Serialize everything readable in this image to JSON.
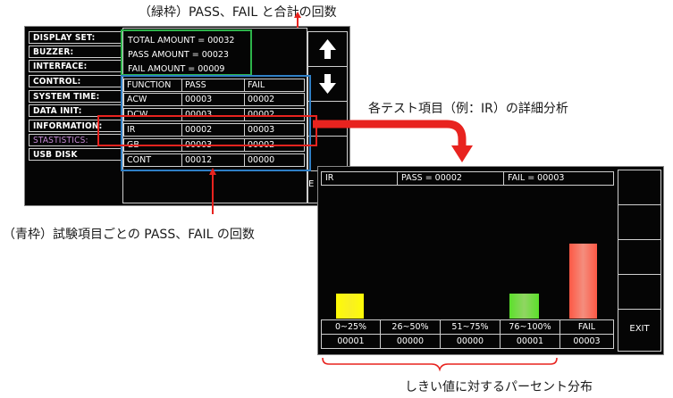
{
  "annotations": {
    "green": "（緑枠）PASS、FAIL と合計の回数",
    "detail": "各テスト項目（例：IR）の詳細分析",
    "blue": "（青枠）試験項目ごとの PASS、FAIL の回数",
    "dist": "しきい値に対するパーセント分布"
  },
  "menu": [
    "DISPLAY SET:",
    "BUZZER:",
    "INTERFACE:",
    "CONTROL:",
    "SYSTEM TIME:",
    "DATA INIT:",
    "INFORMATION:",
    "STASTISTICS:",
    "USB DISK"
  ],
  "summary": {
    "total": "TOTAL AMOUNT  =  00032",
    "pass": "PASS AMOUNT  =  00023",
    "fail": "FAIL AMOUNT  =  00009"
  },
  "table": {
    "headers": [
      "FUNCTION",
      "PASS",
      "FAIL"
    ],
    "rows": [
      [
        "ACW",
        "00003",
        "00002"
      ],
      [
        "DCW",
        "00003",
        "00002"
      ],
      [
        "IR",
        "00002",
        "00003"
      ],
      [
        "GB",
        "00003",
        "00002"
      ],
      [
        "CONT",
        "00012",
        "00000"
      ]
    ]
  },
  "side_partial": "E",
  "detail": {
    "item": "IR",
    "pass": "PASS = 00002",
    "fail": "FAIL = 00003",
    "ranges": [
      "0~25%",
      "26~50%",
      "51~75%",
      "76~100%",
      "FAIL"
    ],
    "counts": [
      "00001",
      "00000",
      "00000",
      "00001",
      "00003"
    ],
    "bar_levels": [
      1,
      0,
      0,
      1,
      3
    ],
    "bar_colors": [
      "#f5e81a",
      "",
      "",
      "#6cc04a",
      "#ee6a5e"
    ],
    "exit": "EXIT"
  },
  "colors": {
    "green_box": "#2db34a",
    "blue_box": "#2f7fc6",
    "red_box": "#e8231f"
  }
}
